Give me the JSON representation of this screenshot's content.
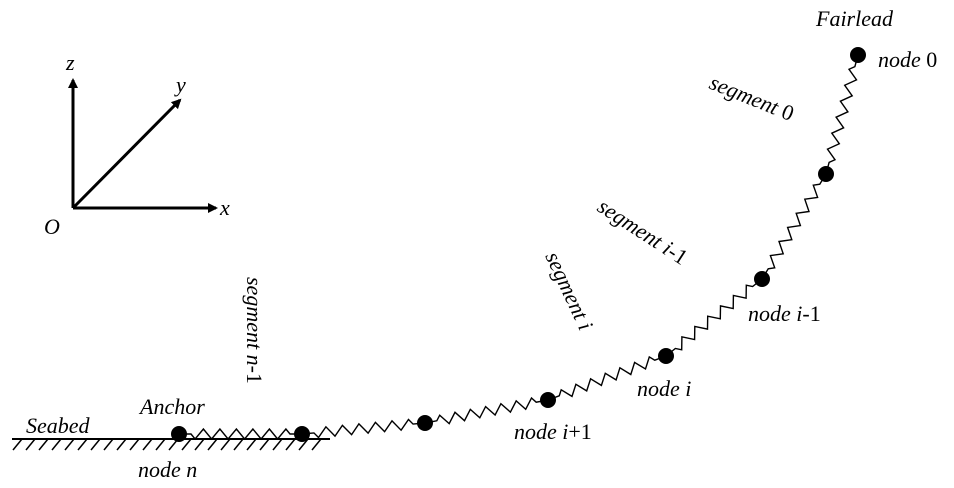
{
  "axes": {
    "origin": "O",
    "x": "x",
    "y": "y",
    "z": "z"
  },
  "labels": {
    "fairlead": "Fairlead",
    "anchor": "Anchor",
    "seabed": "Seabed"
  },
  "node_labels": {
    "node0": {
      "word": "node",
      "index": "0"
    },
    "node_i_minus_1": {
      "word": "node",
      "index": "i",
      "suffix": "-1"
    },
    "node_i": {
      "word": "node",
      "index": "i",
      "suffix": ""
    },
    "node_i_plus_1": {
      "word": "node",
      "index": "i",
      "suffix": "+1"
    },
    "node_n": {
      "word": "node",
      "index": "n"
    }
  },
  "segment_labels": {
    "segment0": {
      "word": "segment",
      "index": "0"
    },
    "segment_i_minus_1": {
      "word": "segment",
      "index": "i",
      "suffix": "-1"
    },
    "segment_i": {
      "word": "segment",
      "index": "i"
    },
    "segment_n_minus_1": {
      "word": "segment",
      "index": "n",
      "suffix": "-1"
    }
  },
  "colors": {
    "ink": "#000000",
    "background": "#ffffff"
  },
  "icons": {
    "node_marker": "filled-circle",
    "mooring_segment": "zigzag-spring",
    "seabed_ground": "hatched-line"
  }
}
